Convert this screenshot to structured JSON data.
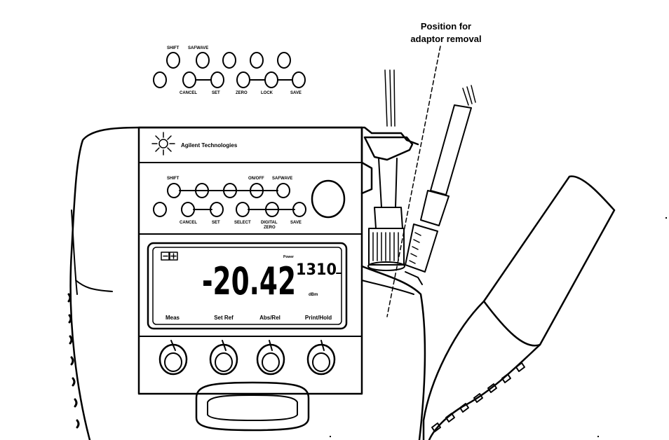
{
  "callout": {
    "line1": "Position for",
    "line2": "adaptor removal"
  },
  "brand": {
    "name": "Agilent Technologies",
    "logo_icon": "agilent-spark-icon"
  },
  "top_keypad": {
    "labels": [
      "SHIFT",
      "SAFWAVE",
      "CANCEL",
      "SET",
      "ZERO",
      "LOCK",
      "SAVE"
    ]
  },
  "meter_keypad": {
    "labels": [
      "SHIFT",
      "ON/OFF",
      "SAFWAVE",
      "CANCEL",
      "SET",
      "SELECT",
      "DIGITAL",
      "ZERO",
      "SAVE"
    ]
  },
  "display": {
    "reading": "-20.42",
    "wavelength": "1310",
    "unit": "dBm",
    "tag": "Power",
    "icons": [
      "left-arrow-icon",
      "battery-icon"
    ]
  },
  "softkeys": {
    "labels": [
      "Meas",
      "Set Ref",
      "Abs/Rel",
      "Print/Hold"
    ]
  },
  "colors": {
    "ink": "#000000",
    "background": "#ffffff"
  }
}
